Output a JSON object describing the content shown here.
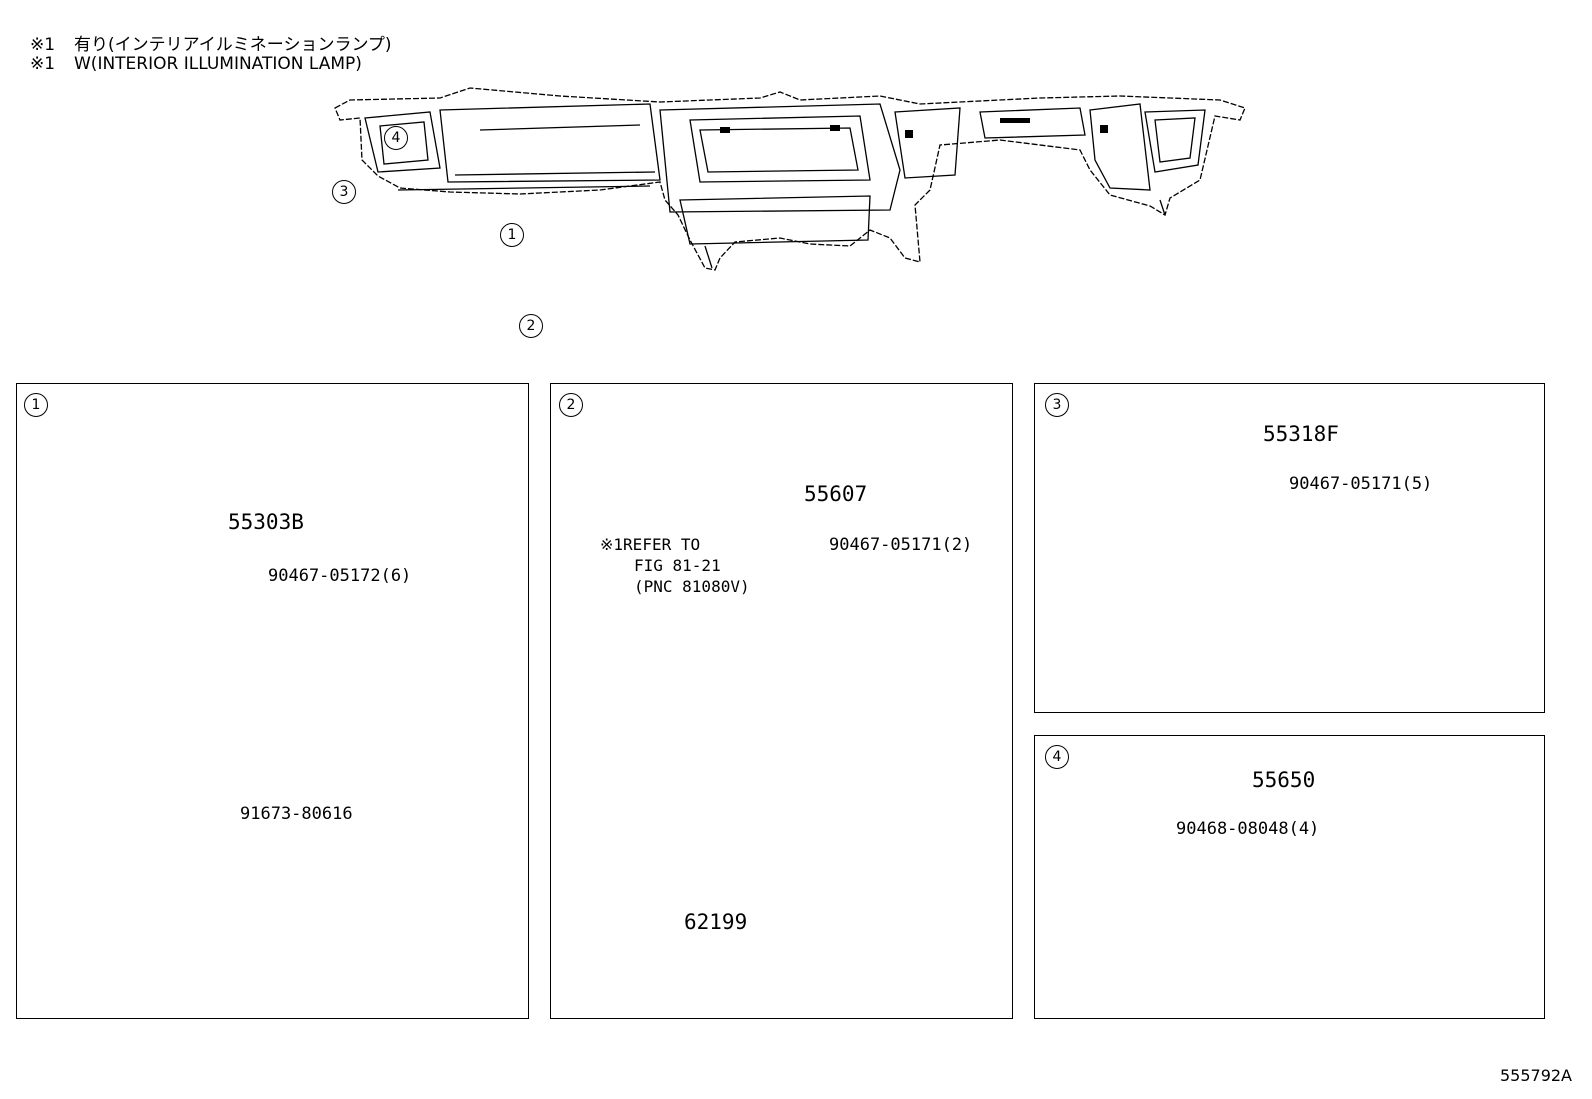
{
  "notes": [
    {
      "mark": "※1",
      "text": "有り(インテリアイルミネーションランプ)"
    },
    {
      "mark": "※1",
      "text": "W(INTERIOR ILLUMINATION LAMP)"
    }
  ],
  "overview": {
    "callouts": [
      "1",
      "2",
      "3",
      "4"
    ]
  },
  "panels": [
    {
      "index": "1",
      "main_part": "55303B",
      "parts": [
        "90467-05172(6)",
        "91673-80616"
      ]
    },
    {
      "index": "2",
      "main_part": "55607",
      "parts": [
        "90467-05171(2)",
        "62199"
      ],
      "reference": {
        "mark": "※1",
        "lines": [
          "REFER TO",
          "FIG 81-21",
          "(PNC 81080V)"
        ]
      }
    },
    {
      "index": "3",
      "main_part": "55318F",
      "parts": [
        "90467-05171(5)"
      ]
    },
    {
      "index": "4",
      "main_part": "55650",
      "parts": [
        "90468-08048(4)"
      ]
    }
  ],
  "figure_id": "555792A"
}
